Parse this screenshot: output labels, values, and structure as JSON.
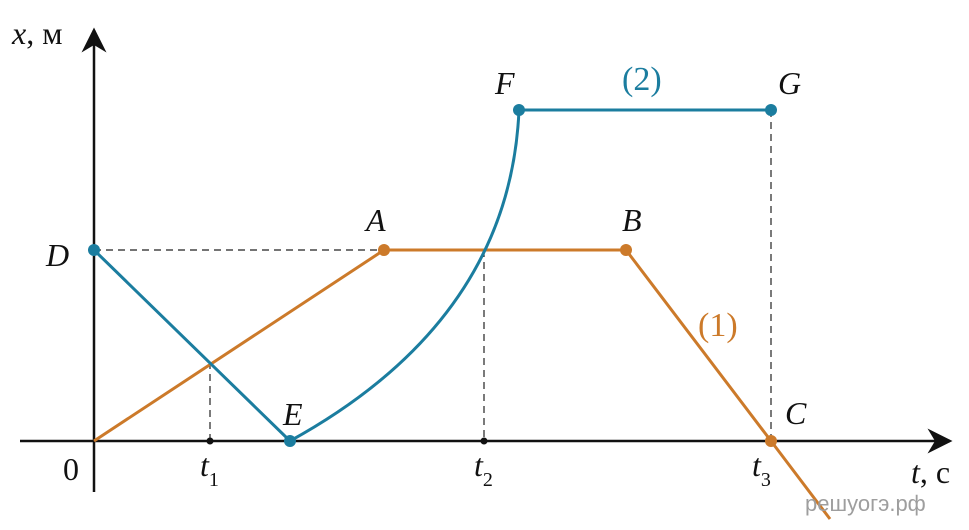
{
  "axes": {
    "y_var": "x",
    "y_unit": ", м",
    "x_var": "t",
    "x_unit": ", с",
    "origin": "0"
  },
  "ticks": [
    {
      "base": "t",
      "sub": "1"
    },
    {
      "base": "t",
      "sub": "2"
    },
    {
      "base": "t",
      "sub": "3"
    }
  ],
  "points": {
    "A": "A",
    "B": "B",
    "C": "C",
    "D": "D",
    "E": "E",
    "F": "F",
    "G": "G"
  },
  "curves": {
    "curve1_label": "(1)",
    "curve2_label": "(2)"
  },
  "colors": {
    "curve1": "#cc7a2a",
    "curve2": "#1b7d9f",
    "axis": "#111111"
  },
  "watermark": "решуогэ.рф"
}
